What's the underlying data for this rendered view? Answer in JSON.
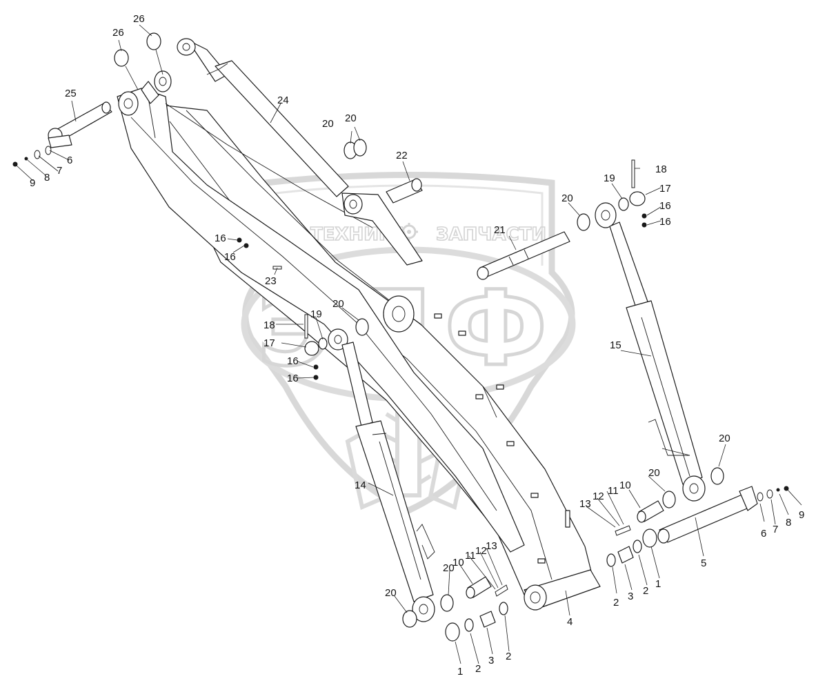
{
  "watermark": {
    "left_word": "ТЕХНИКА",
    "right_word": "ЗАПЧАСТИ",
    "big_letters": "ЭПФ",
    "colors": {
      "shield": "#d7d7d7",
      "gear": "#cfcfcf"
    },
    "icon": "gear-icon"
  },
  "callouts": [
    {
      "id": "c26a",
      "text": "26"
    },
    {
      "id": "c26b",
      "text": "26"
    },
    {
      "id": "c25",
      "text": "25"
    },
    {
      "id": "c24",
      "text": "24"
    },
    {
      "id": "c20a",
      "text": "20"
    },
    {
      "id": "c20b",
      "text": "20"
    },
    {
      "id": "c22",
      "text": "22"
    },
    {
      "id": "c18a",
      "text": "18"
    },
    {
      "id": "c19a",
      "text": "19"
    },
    {
      "id": "c17a",
      "text": "17"
    },
    {
      "id": "c20c",
      "text": "20"
    },
    {
      "id": "c16a",
      "text": "16"
    },
    {
      "id": "c16b",
      "text": "16"
    },
    {
      "id": "c21",
      "text": "21"
    },
    {
      "id": "c6a",
      "text": "6"
    },
    {
      "id": "c7a",
      "text": "7"
    },
    {
      "id": "c8a",
      "text": "8"
    },
    {
      "id": "c9a",
      "text": "9"
    },
    {
      "id": "c16c",
      "text": "16"
    },
    {
      "id": "c16d",
      "text": "16"
    },
    {
      "id": "c23",
      "text": "23"
    },
    {
      "id": "c20d",
      "text": "20"
    },
    {
      "id": "c18b",
      "text": "18"
    },
    {
      "id": "c19b",
      "text": "19"
    },
    {
      "id": "c17b",
      "text": "17"
    },
    {
      "id": "c16e",
      "text": "16"
    },
    {
      "id": "c16f",
      "text": "16"
    },
    {
      "id": "c15",
      "text": "15"
    },
    {
      "id": "c14",
      "text": "14"
    },
    {
      "id": "c20e",
      "text": "20"
    },
    {
      "id": "c20f",
      "text": "20"
    },
    {
      "id": "c10a",
      "text": "10"
    },
    {
      "id": "c11a",
      "text": "11"
    },
    {
      "id": "c12a",
      "text": "12"
    },
    {
      "id": "c13a",
      "text": "13"
    },
    {
      "id": "c20g",
      "text": "20"
    },
    {
      "id": "c20h",
      "text": "20"
    },
    {
      "id": "c10b",
      "text": "10"
    },
    {
      "id": "c11b",
      "text": "11"
    },
    {
      "id": "c12b",
      "text": "12"
    },
    {
      "id": "c13b",
      "text": "13"
    },
    {
      "id": "c6b",
      "text": "6"
    },
    {
      "id": "c7b",
      "text": "7"
    },
    {
      "id": "c8b",
      "text": "8"
    },
    {
      "id": "c9b",
      "text": "9"
    },
    {
      "id": "c5",
      "text": "5"
    },
    {
      "id": "c1a",
      "text": "1"
    },
    {
      "id": "c2a",
      "text": "2"
    },
    {
      "id": "c3a",
      "text": "3"
    },
    {
      "id": "c2b",
      "text": "2"
    },
    {
      "id": "c4",
      "text": "4"
    },
    {
      "id": "c1b",
      "text": "1"
    },
    {
      "id": "c2c",
      "text": "2"
    },
    {
      "id": "c3b",
      "text": "3"
    },
    {
      "id": "c2d",
      "text": "2"
    }
  ]
}
